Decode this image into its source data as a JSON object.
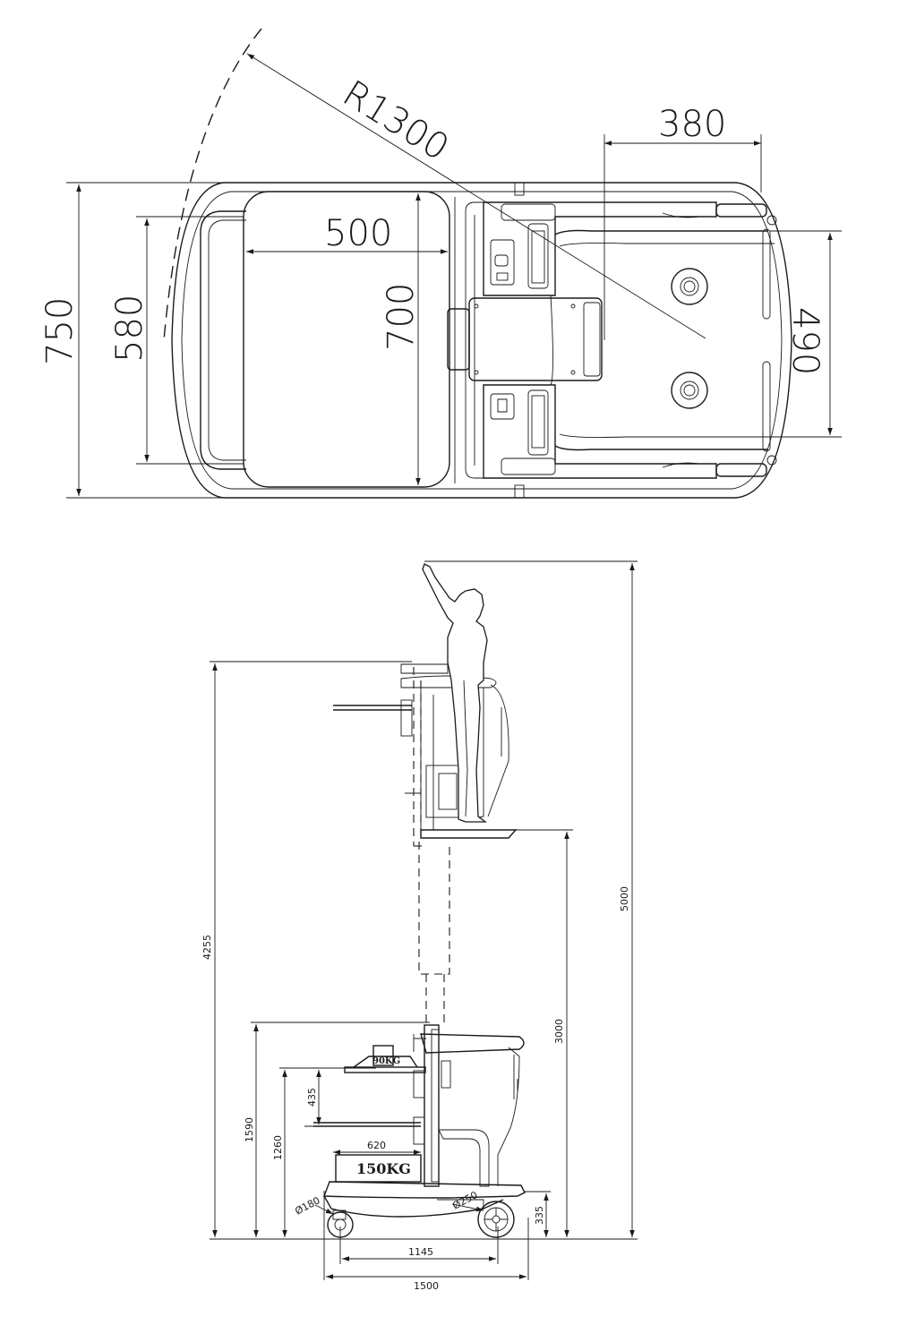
{
  "top_view": {
    "dim_radius": "R1300",
    "dim_top_right": "380",
    "dim_platform_width": "500",
    "dim_overall_width": "750",
    "dim_inner_width": "580",
    "dim_platform_length": "700",
    "dim_right_end": "490"
  },
  "side_view": {
    "dim_reach_height": "5000",
    "dim_platform_height_raised": "4255",
    "dim_lift_height": "3000",
    "dim_guard_height": "1590",
    "dim_tray_height": "1260",
    "dim_tray_depth": "435",
    "dim_tray_width": "620",
    "dim_base_height": "335",
    "dim_wheelbase": "1145",
    "dim_overall_length": "1500",
    "rear_wheel": "Ø180",
    "front_wheel": "Ø250",
    "tray_load": "90KG",
    "base_load": "150KG"
  }
}
